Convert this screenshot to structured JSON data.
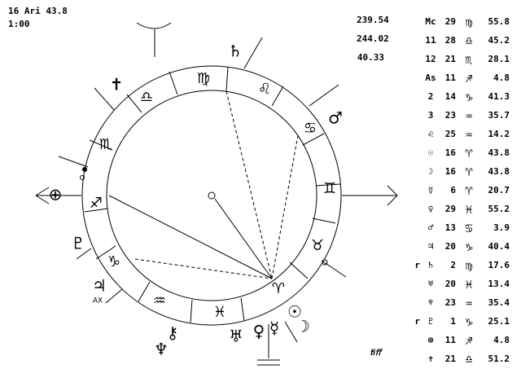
{
  "header": {
    "date": "16 Ari 43.8",
    "time": "1:00"
  },
  "numbers": [
    "239.54",
    "244.02",
    "40.33"
  ],
  "wheel": {
    "signs": [
      "♍",
      "♌",
      "♋",
      "♊",
      "♉",
      "♈",
      "♓",
      "♒",
      "♑",
      "♐",
      "♏",
      "♎"
    ],
    "planets": [
      "♄",
      "♂",
      "☿",
      "♀",
      "☉",
      "☽",
      "⚷",
      "♅",
      "♆",
      "♃",
      "⊕",
      "✝",
      "♇"
    ],
    "axis_label": "AX"
  },
  "positions": [
    {
      "flag": "",
      "name": "Mc",
      "deg": "29",
      "sign": "♍",
      "min": "55.8"
    },
    {
      "flag": "",
      "name": "11",
      "deg": "28",
      "sign": "♎",
      "min": "45.2"
    },
    {
      "flag": "",
      "name": "12",
      "deg": "21",
      "sign": "♏",
      "min": "28.1"
    },
    {
      "flag": "",
      "name": "As",
      "deg": "11",
      "sign": "♐",
      "min": "4.8"
    },
    {
      "flag": "",
      "name": "2",
      "deg": "14",
      "sign": "♑",
      "min": "41.3"
    },
    {
      "flag": "",
      "name": "3",
      "deg": "23",
      "sign": "♒",
      "min": "35.7"
    },
    {
      "flag": "",
      "name": "♌",
      "deg": "25",
      "sign": "♒",
      "min": "14.2"
    },
    {
      "flag": "",
      "name": "☉",
      "deg": "16",
      "sign": "♈",
      "min": "43.8"
    },
    {
      "flag": "",
      "name": "☽",
      "deg": "16",
      "sign": "♈",
      "min": "43.8"
    },
    {
      "flag": "",
      "name": "☿",
      "deg": "6",
      "sign": "♈",
      "min": "20.7"
    },
    {
      "flag": "",
      "name": "♀",
      "deg": "29",
      "sign": "♓",
      "min": "55.2"
    },
    {
      "flag": "",
      "name": "♂",
      "deg": "13",
      "sign": "♋",
      "min": "3.9"
    },
    {
      "flag": "",
      "name": "♃",
      "deg": "20",
      "sign": "♑",
      "min": "40.4"
    },
    {
      "flag": "r",
      "name": "♄",
      "deg": "2",
      "sign": "♍",
      "min": "17.6"
    },
    {
      "flag": "",
      "name": "♅",
      "deg": "20",
      "sign": "♓",
      "min": "13.4"
    },
    {
      "flag": "",
      "name": "♆",
      "deg": "23",
      "sign": "♒",
      "min": "35.4"
    },
    {
      "flag": "r",
      "name": "♇",
      "deg": "1",
      "sign": "♑",
      "min": "25.1"
    },
    {
      "flag": "",
      "name": "⊕",
      "deg": "11",
      "sign": "♐",
      "min": "4.8"
    },
    {
      "flag": "",
      "name": "✝",
      "deg": "21",
      "sign": "♎",
      "min": "51.2"
    }
  ],
  "credit": "ﬁﬀ"
}
